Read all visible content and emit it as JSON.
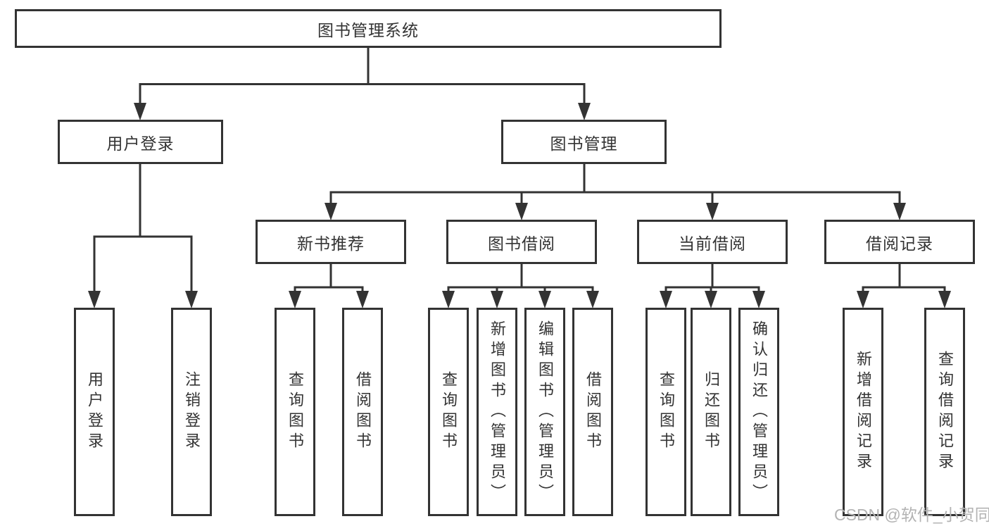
{
  "colors": {
    "line": "#333333",
    "background": "#ffffff",
    "watermark": "#b3b3b3"
  },
  "tree": {
    "root": "图书管理系统",
    "children": [
      {
        "label": "用户登录",
        "children": [
          "用户登录",
          "注销登录"
        ]
      },
      {
        "label": "图书管理",
        "children": [
          {
            "label": "新书推荐",
            "children": [
              "查询图书",
              "借阅图书"
            ]
          },
          {
            "label": "图书借阅",
            "children": [
              "查询图书",
              "新增图书（管理员）",
              "编辑图书（管理员）",
              "借阅图书"
            ]
          },
          {
            "label": "当前借阅",
            "children": [
              "查询图书",
              "归还图书",
              "确认归还（管理员）"
            ]
          },
          {
            "label": "借阅记录",
            "children": [
              "新增借阅记录",
              "查询借阅记录"
            ]
          }
        ]
      }
    ]
  },
  "watermark": {
    "text": "CSDN @软件_小贺同学"
  }
}
